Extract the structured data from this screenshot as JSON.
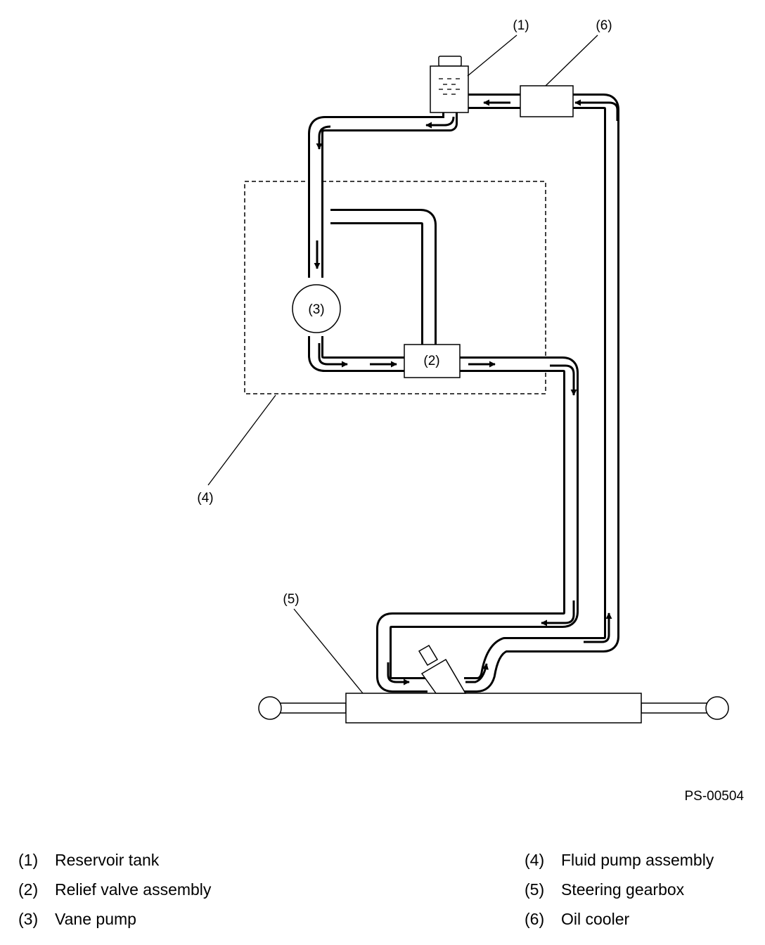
{
  "diagram": {
    "callouts": {
      "c1": "(1)",
      "c2": "(2)",
      "c3": "(3)",
      "c4": "(4)",
      "c5": "(5)",
      "c6": "(6)"
    },
    "figure_id": "PS-00504"
  },
  "legend": {
    "left": [
      {
        "num": "(1)",
        "label": "Reservoir tank"
      },
      {
        "num": "(2)",
        "label": "Relief valve assembly"
      },
      {
        "num": "(3)",
        "label": "Vane pump"
      }
    ],
    "right": [
      {
        "num": "(4)",
        "label": "Fluid pump assembly"
      },
      {
        "num": "(5)",
        "label": "Steering gearbox"
      },
      {
        "num": "(6)",
        "label": "Oil cooler"
      }
    ]
  }
}
